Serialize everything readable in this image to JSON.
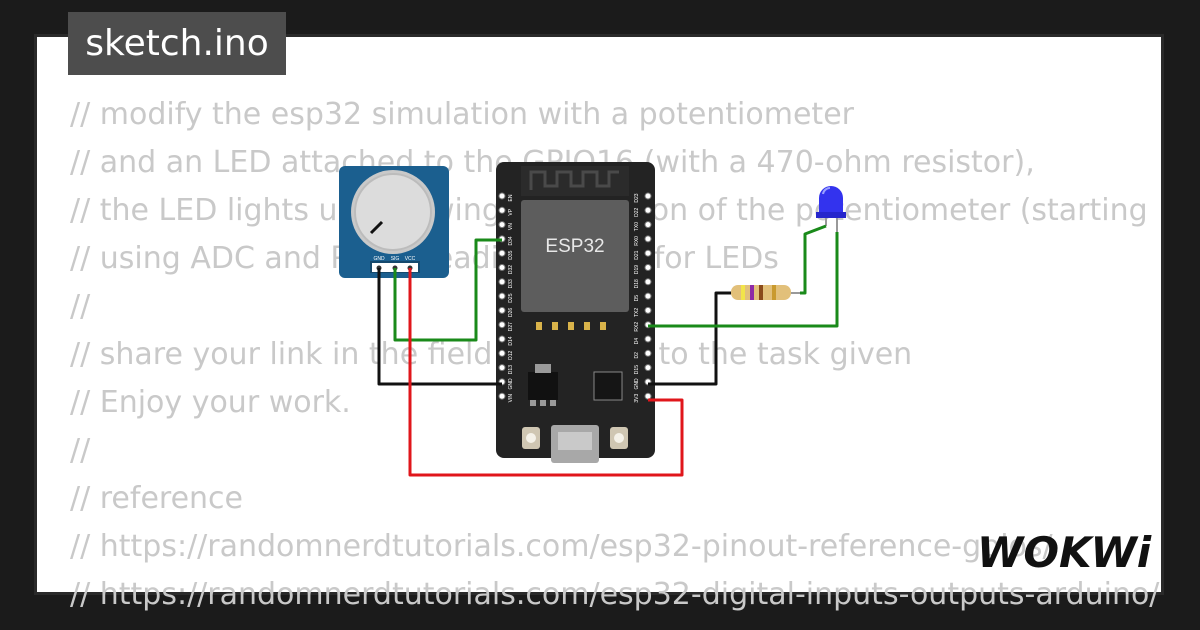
{
  "file_tab": {
    "label": "sketch.ino"
  },
  "code_lines": [
    "// modify the esp32 simulation with a potentiometer",
    "// and an LED attached to the GPIO16 (with a 470-ohm resistor),",
    "// the LED lights up following the position of the potentiometer (starting",
    "// using ADC and PWM, reading values for LEDs",
    "//",
    "// share your link in the field according to the task given",
    "// Enjoy your work.",
    "//",
    "// reference",
    "// https://randomnerdtutorials.com/esp32-pinout-reference-gpios/",
    "// https://randomnerdtutorials.com/esp32-digital-inputs-outputs-arduino/"
  ],
  "esp32": {
    "chip_label": "ESP32",
    "left_pins": [
      "EN",
      "VP",
      "VN",
      "D34",
      "D35",
      "D32",
      "D33",
      "D25",
      "D26",
      "D27",
      "D14",
      "D12",
      "D13",
      "GND",
      "VIN"
    ],
    "right_pins": [
      "D23",
      "D22",
      "TX0",
      "RX0",
      "D21",
      "D19",
      "D18",
      "D5",
      "TX2",
      "RX2",
      "D4",
      "D2",
      "D15",
      "GND",
      "3V3"
    ]
  },
  "potentiometer": {
    "pin_labels": [
      "GND",
      "SIG",
      "VCC"
    ]
  },
  "brand": {
    "logo_text": "WOKWi"
  },
  "colors": {
    "wire_green": "#1a8a1a",
    "wire_red": "#e0161b",
    "wire_black": "#111111",
    "board": "#222222",
    "pot_body": "#1b5f8f",
    "led": "#2d2ee6"
  }
}
